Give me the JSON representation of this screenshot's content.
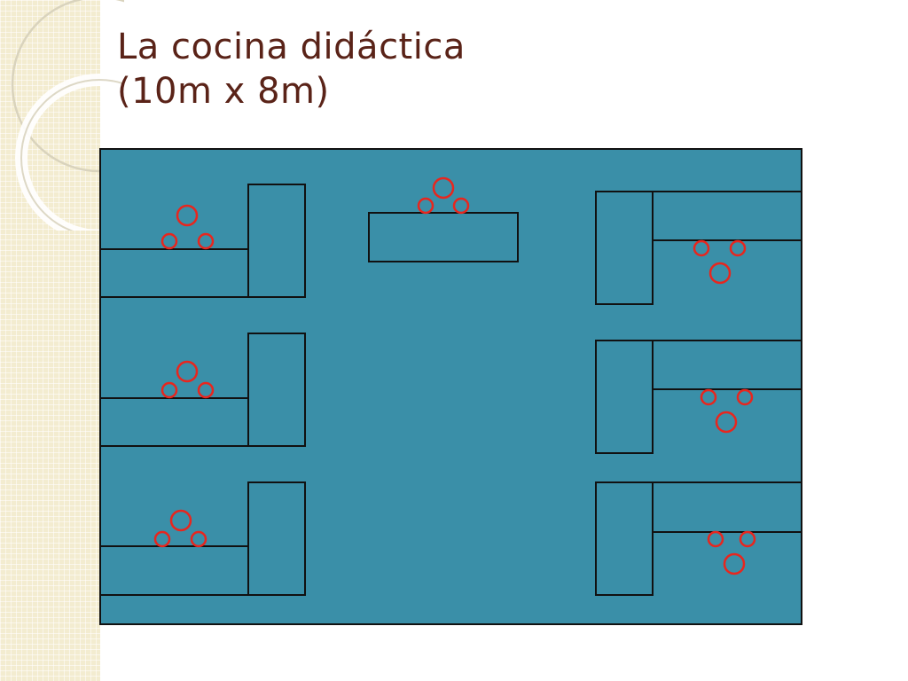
{
  "slide": {
    "title_line1": "La cocina didáctica",
    "title_line2": "(10m x 8m)"
  },
  "colors": {
    "floor": "#3a8fa8",
    "outline": "#111111",
    "chair": "#e8261e",
    "title": "#5a2318",
    "side_band": "#f3ecd0"
  },
  "icons": {
    "chair": "circle-outline"
  }
}
